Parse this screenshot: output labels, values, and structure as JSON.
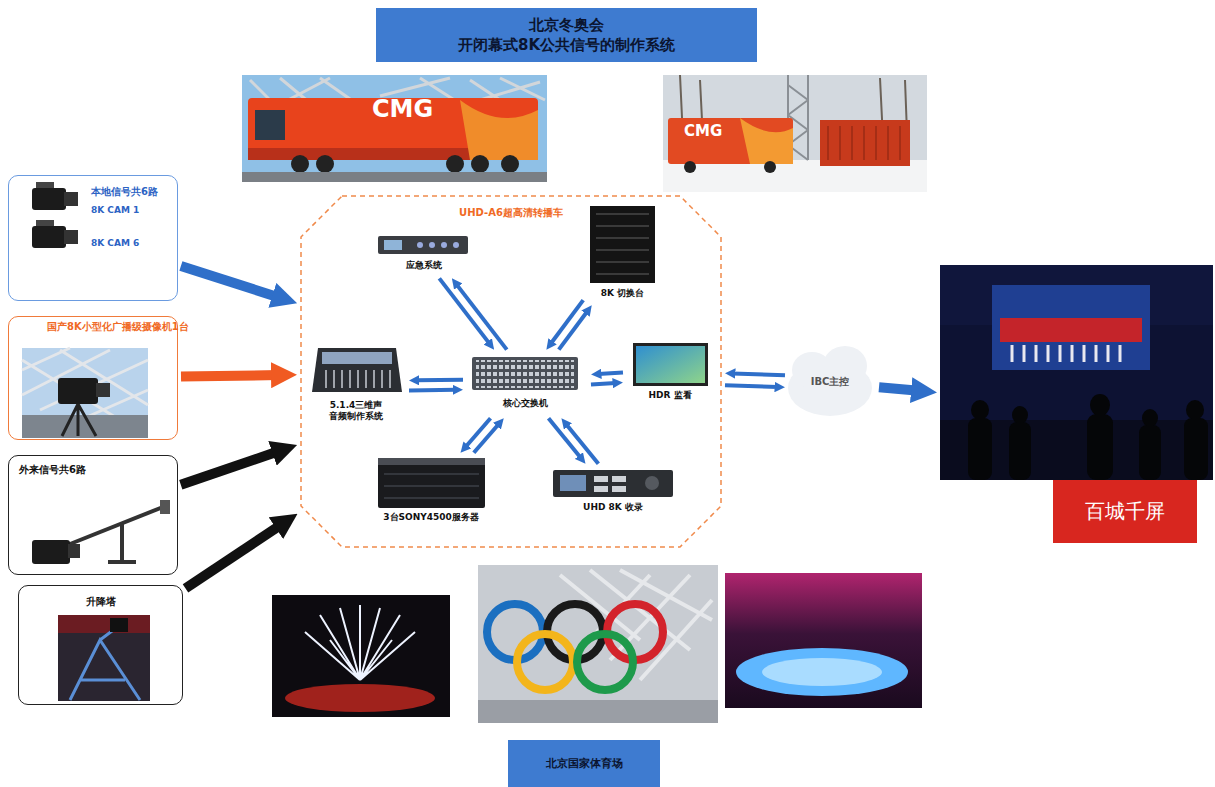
{
  "diagram": {
    "title": "北京冬奥会 开闭幕式8K公共信号的制作系统",
    "caption": "北京国家体育场",
    "nodes": [
      {
        "text": [
          "本地信号共6路",
          "8K CAM 1",
          "8K CAM 6"
        ]
      },
      {
        "text": [
          "国产8K小型化广播级摄像机1台"
        ]
      },
      {
        "text": [
          "外来信号共6路"
        ]
      },
      {
        "text": [
          "升降塔"
        ]
      },
      {
        "text": [
          "UHD-A6超高清转播车"
        ]
      },
      {
        "text": [
          "应急系统"
        ],
        "in": 4
      },
      {
        "text": [
          "8K 切换台"
        ],
        "in": 4
      },
      {
        "text": [
          "5.1.4三维声 音频制作系统"
        ],
        "in": 4
      },
      {
        "text": [
          "核心交换机"
        ],
        "in": 4
      },
      {
        "text": [
          "HDR 监看"
        ],
        "in": 4
      },
      {
        "text": [
          "3台SONY4500服务器"
        ],
        "in": 4
      },
      {
        "text": [
          "UHD 8K 收录"
        ],
        "in": 4
      },
      {
        "text": [
          "IBC主控"
        ]
      },
      {
        "text": [
          "百城千屏"
        ]
      }
    ],
    "edges": [
      {
        "from": 0,
        "to": 4,
        "arrow": "to"
      },
      {
        "from": 1,
        "to": 4,
        "arrow": "to"
      },
      {
        "from": 2,
        "to": 4,
        "arrow": "to"
      },
      {
        "from": 3,
        "to": 4,
        "arrow": "to"
      },
      {
        "from": 8,
        "to": 5,
        "arrow": "to"
      },
      {
        "from": 5,
        "to": 8,
        "arrow": "to"
      },
      {
        "from": 8,
        "to": 6,
        "arrow": "to"
      },
      {
        "from": 6,
        "to": 8,
        "arrow": "to"
      },
      {
        "from": 8,
        "to": 7,
        "arrow": "to"
      },
      {
        "from": 7,
        "to": 8,
        "arrow": "to"
      },
      {
        "from": 8,
        "to": 9,
        "arrow": "to"
      },
      {
        "from": 9,
        "to": 8,
        "arrow": "to"
      },
      {
        "from": 8,
        "to": 10,
        "arrow": "to"
      },
      {
        "from": 10,
        "to": 8,
        "arrow": "to"
      },
      {
        "from": 8,
        "to": 11,
        "arrow": "to"
      },
      {
        "from": 11,
        "to": 8,
        "arrow": "to"
      },
      {
        "from": 4,
        "to": 12,
        "arrow": "to"
      },
      {
        "from": 12,
        "to": 4,
        "arrow": "to"
      },
      {
        "from": 12,
        "to": 13,
        "arrow": "to"
      }
    ],
    "labels": [
      "CMG",
      "CMG"
    ]
  }
}
